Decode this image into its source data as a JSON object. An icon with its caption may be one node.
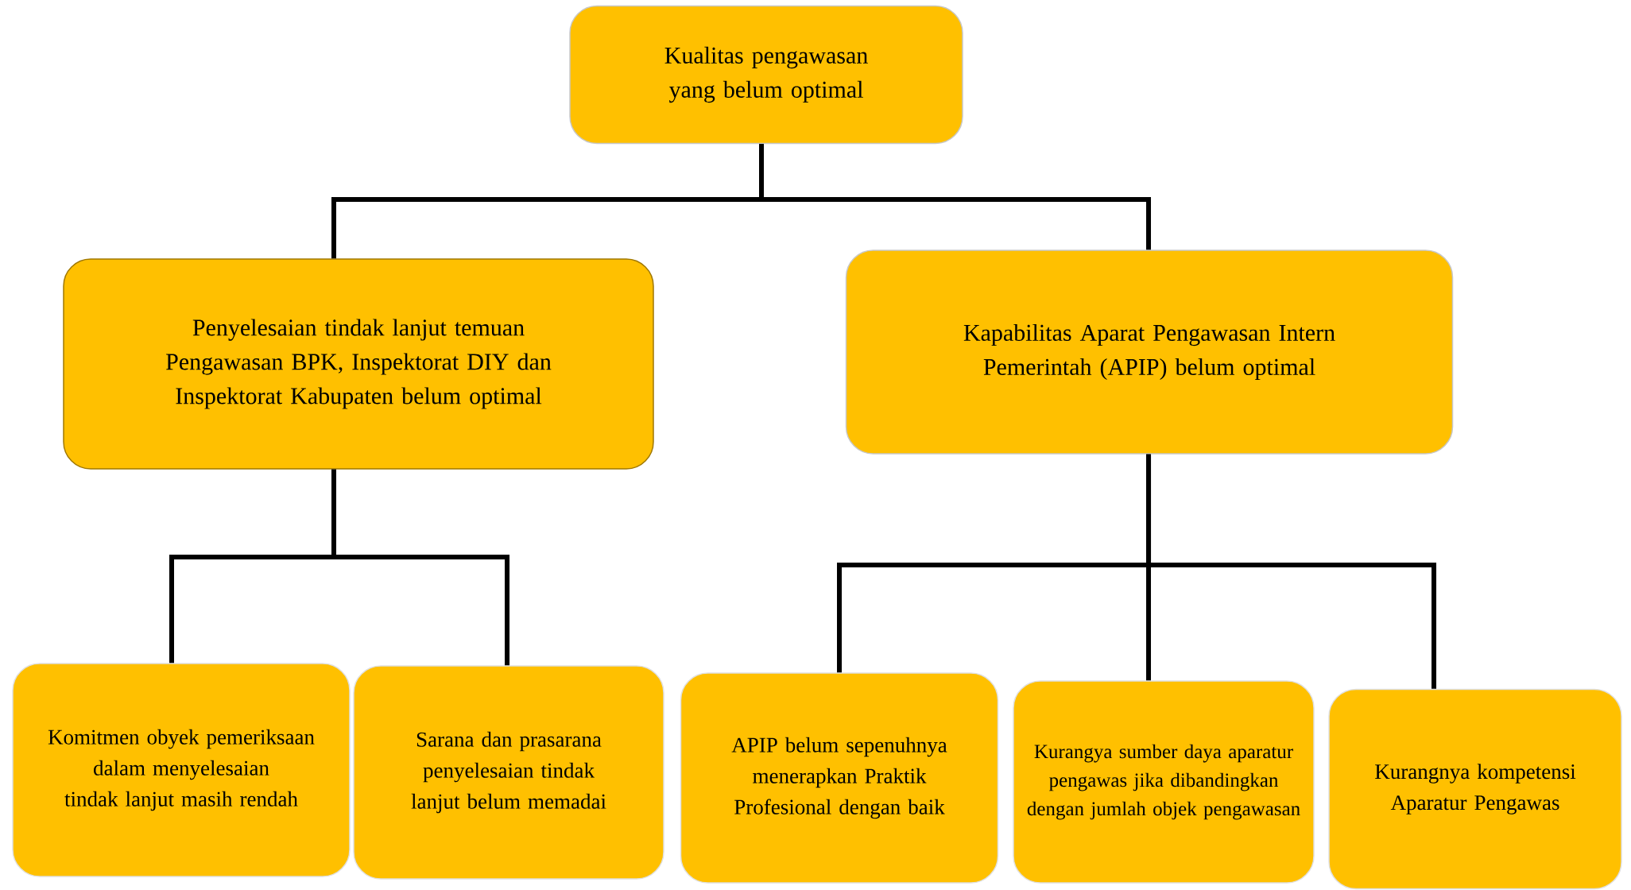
{
  "diagram": {
    "nodes": [
      {
        "text": [
          "Kualitas pengawasan yang belum optimal"
        ]
      },
      {
        "text": [
          "Penyelesaian tindak lanjut temuan Pengawasan BPK, Inspektorat DIY dan Inspektorat Kabupaten belum optimal"
        ]
      },
      {
        "text": [
          "Kapabilitas Aparat Pengawasan Intern Pemerintah (APIP) belum optimal"
        ]
      },
      {
        "text": [
          "Komitmen obyek pemeriksaan dalam menyelesaian tindak lanjut masih rendah"
        ]
      },
      {
        "text": [
          "Sarana dan prasarana penyelesaian tindak lanjut belum memadai"
        ]
      },
      {
        "text": [
          "APIP belum sepenuhnya menerapkan Praktik Profesional dengan baik"
        ]
      },
      {
        "text": [
          "Kurangya sumber daya aparatur pengawas jika dibandingkan dengan jumlah objek pengawasan"
        ]
      },
      {
        "text": [
          "Kurangnya kompetensi Aparatur Pengawas"
        ]
      }
    ],
    "edges": [
      {
        "from": 0,
        "to": 1,
        "arrow": "none"
      },
      {
        "from": 0,
        "to": 2,
        "arrow": "none"
      },
      {
        "from": 1,
        "to": 3,
        "arrow": "none"
      },
      {
        "from": 1,
        "to": 4,
        "arrow": "none"
      },
      {
        "from": 2,
        "to": 5,
        "arrow": "none"
      },
      {
        "from": 2,
        "to": 6,
        "arrow": "none"
      },
      {
        "from": 2,
        "to": 7,
        "arrow": "none"
      }
    ]
  }
}
